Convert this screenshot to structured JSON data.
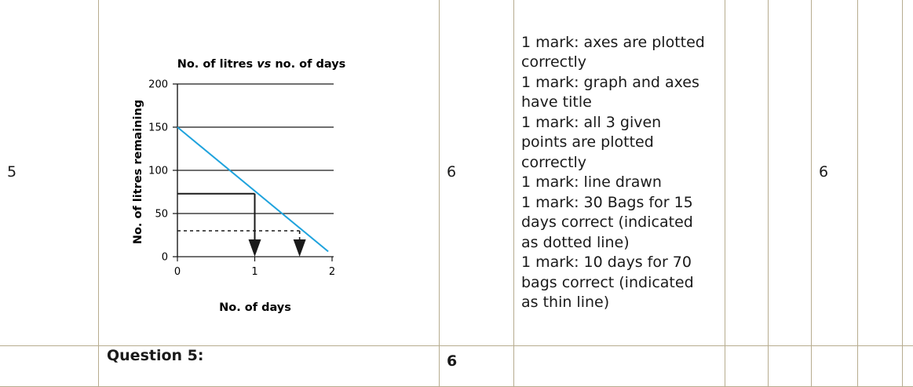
{
  "table": {
    "rows": [
      {
        "number": "5",
        "mark": "6",
        "criteria": [
          "1 mark: axes are plotted",
          "correctly",
          "1 mark: graph and axes",
          "have title",
          "1 mark: all 3 given",
          "points are plotted",
          "correctly",
          "1 mark: line drawn",
          "1 mark: 30 Bags for 15",
          "days correct (indicated",
          "as dotted line)",
          "1 mark: 10 days for 70",
          "bags correct (indicated",
          "as thin line)"
        ],
        "score": "6"
      }
    ],
    "total": {
      "label": "Question 5:",
      "mark": "6"
    }
  },
  "chart_data": {
    "type": "line",
    "title_parts": [
      "No. of litres ",
      "vs",
      " no. of days"
    ],
    "xlabel": "No. of days",
    "ylabel": "No. of litres remaining",
    "xlim": [
      0,
      2
    ],
    "ylim": [
      0,
      200
    ],
    "x_ticks": [
      "0",
      "1",
      "2"
    ],
    "y_ticks": [
      "200",
      "150",
      "100",
      "50",
      "0"
    ],
    "y_tick_values": [
      200,
      150,
      100,
      50,
      0
    ],
    "x_tick_values": [
      0,
      1,
      2
    ],
    "grid": "horizontal",
    "series": [
      {
        "x": [
          0,
          1.95
        ],
        "y": [
          150,
          6
        ],
        "color": "#1fa3dd"
      }
    ],
    "annotations": [
      {
        "style": "solid",
        "from_y": 73,
        "to_x": 1,
        "color": "#1a1a1a"
      },
      {
        "style": "dotted",
        "from_y": 30,
        "to_x": 1.58,
        "color": "#1a1a1a"
      }
    ]
  }
}
